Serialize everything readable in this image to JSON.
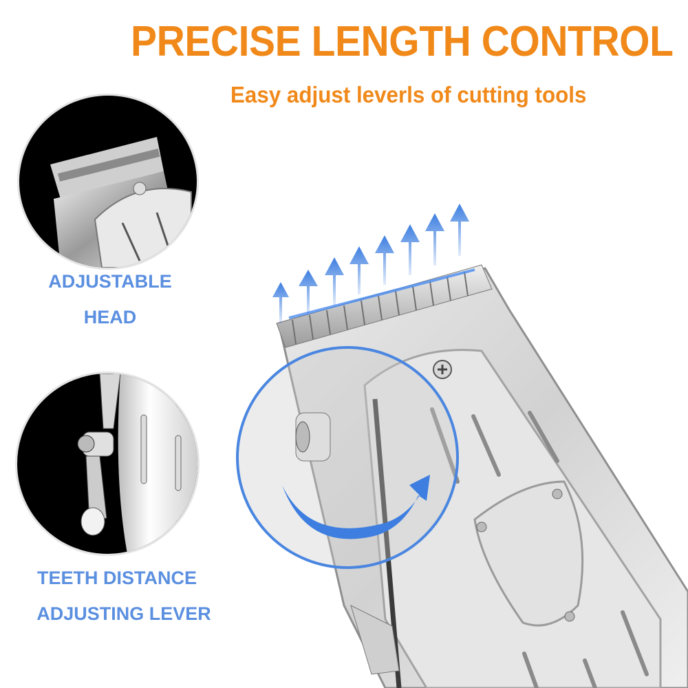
{
  "headline": {
    "title": "PRECISE LENGTH CONTROL",
    "subtitle": "Easy adjust leverls of cutting tools"
  },
  "callouts": [
    {
      "line1": "ADJUSTABLE",
      "line2": "HEAD"
    },
    {
      "line1": "TEETH DISTANCE",
      "line2": "ADJUSTING LEVER"
    }
  ],
  "illustration": {
    "subject": "metal hair clipper with blade",
    "arrow_count": 8,
    "arrow_icon": "arrow-up-icon",
    "rotate_icon": "curved-arrow-icon"
  },
  "colors": {
    "title_orange": "#f0891a",
    "label_blue": "#5b8fe0",
    "arrow_blue": "#3d7ee0",
    "metal": "#c9c9c9"
  }
}
